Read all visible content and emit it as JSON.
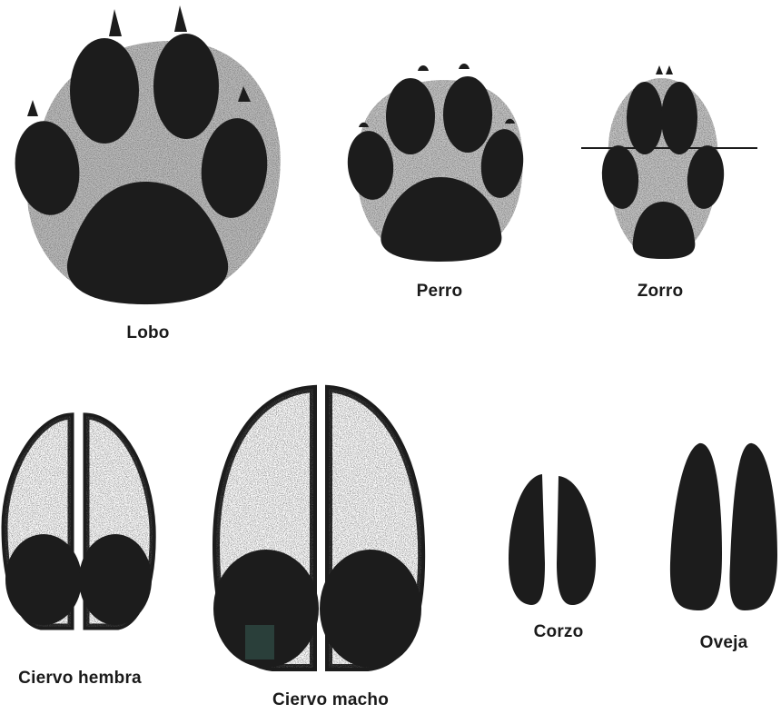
{
  "figure": {
    "colors": {
      "ink": "#1c1c1c",
      "speckle": "#9a9a9a",
      "paper": "#ffffff"
    },
    "tracks": [
      {
        "id": "lobo",
        "label": "Lobo",
        "icon": "wolf-paw-print-icon"
      },
      {
        "id": "perro",
        "label": "Perro",
        "icon": "dog-paw-print-icon"
      },
      {
        "id": "zorro",
        "label": "Zorro",
        "icon": "fox-paw-print-icon"
      },
      {
        "id": "ciervo_hembra",
        "label": "Ciervo hembra",
        "icon": "female-deer-hoof-print-icon"
      },
      {
        "id": "ciervo_macho",
        "label": "Ciervo macho",
        "icon": "male-deer-hoof-print-icon"
      },
      {
        "id": "corzo",
        "label": "Corzo",
        "icon": "roe-deer-hoof-print-icon"
      },
      {
        "id": "oveja",
        "label": "Oveja",
        "icon": "sheep-hoof-print-icon"
      }
    ]
  }
}
